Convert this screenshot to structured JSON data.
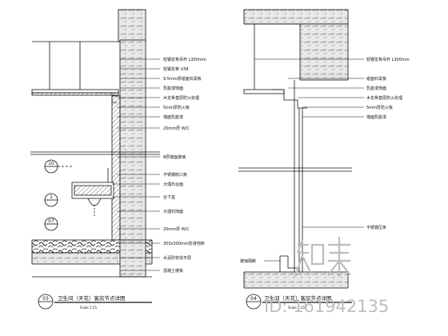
{
  "left_detail": {
    "callouts": [
      "轻钢龙骨吊杆 L300mm",
      "轻钢龙骨 U38",
      "9.5mm厚纸面石膏板",
      "乳胶漆饰面",
      "木龙骨基层防火处理",
      "5mm厚防火板",
      "墙面乳胶漆",
      "20mm厚 W/C",
      "8厚镜面玻璃",
      "不锈钢收口条",
      "大理石台面",
      "台下盆",
      "大理石饰面",
      "20mm厚 W/C",
      "300x300mm防滑地砖",
      "水泥砂浆找平层",
      "混凝土楼板"
    ],
    "marker_top": "10",
    "marker_bottom_a": "1",
    "marker_bottom_b": "07",
    "title_number": "03",
    "title": "卫生间（天花）客房节点详图",
    "scale": "Scale 1:15"
  },
  "right_detail": {
    "callouts": [
      "轻钢龙骨吊杆 L300mm",
      "纸面石膏板",
      "乳胶漆饰面",
      "木龙骨基层防火处理",
      "5mm厚防火板",
      "墙面乳胶漆",
      "不锈钢压条"
    ],
    "side_note": "玻璃隔断",
    "title_number": "04",
    "title": "卫生间（天花）客房节点详图",
    "scale": "Scale 1:15"
  },
  "watermark": {
    "logo_text": "知末",
    "id_text": "ID: 161942135"
  },
  "colors": {
    "line": "#111111",
    "concrete_fill": "#e8e8e8",
    "watermark": "#bdbdbd"
  }
}
